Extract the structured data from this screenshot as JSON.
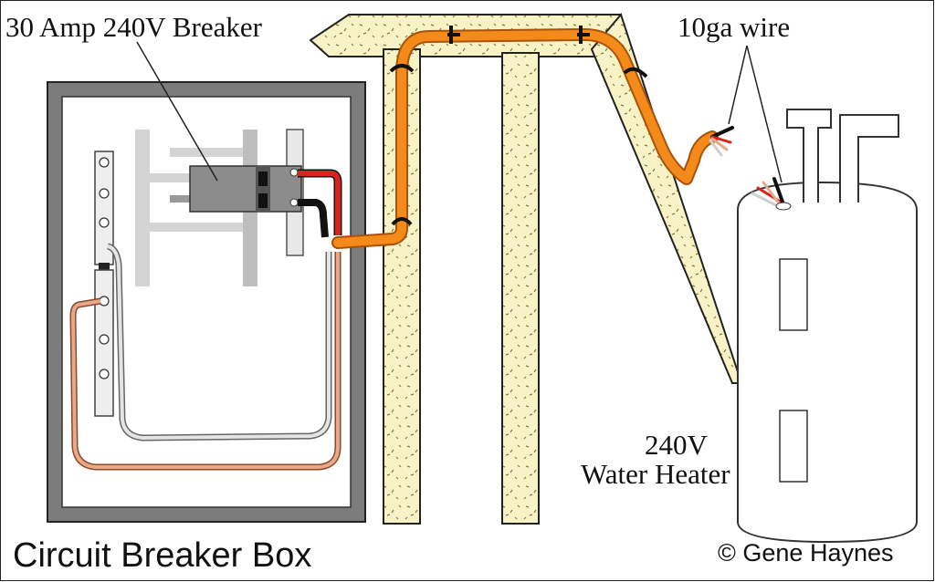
{
  "labels": {
    "breaker": "30 Amp 240V Breaker",
    "wire": "10ga wire",
    "voltage": "240V",
    "heater": "Water Heater",
    "panel": "Circuit Breaker Box",
    "credit": "© Gene Haynes"
  },
  "colors": {
    "wood": "#f8f3c6",
    "cable": "#f48a1a",
    "cable_edge": "#c0600a",
    "hot_red": "#d8231e",
    "hot_black": "#111111",
    "ground": "#e7a98a",
    "neutral": "#d8d8d8",
    "box_frame": "#7c7c7c",
    "breaker": "#8c8c8c"
  }
}
